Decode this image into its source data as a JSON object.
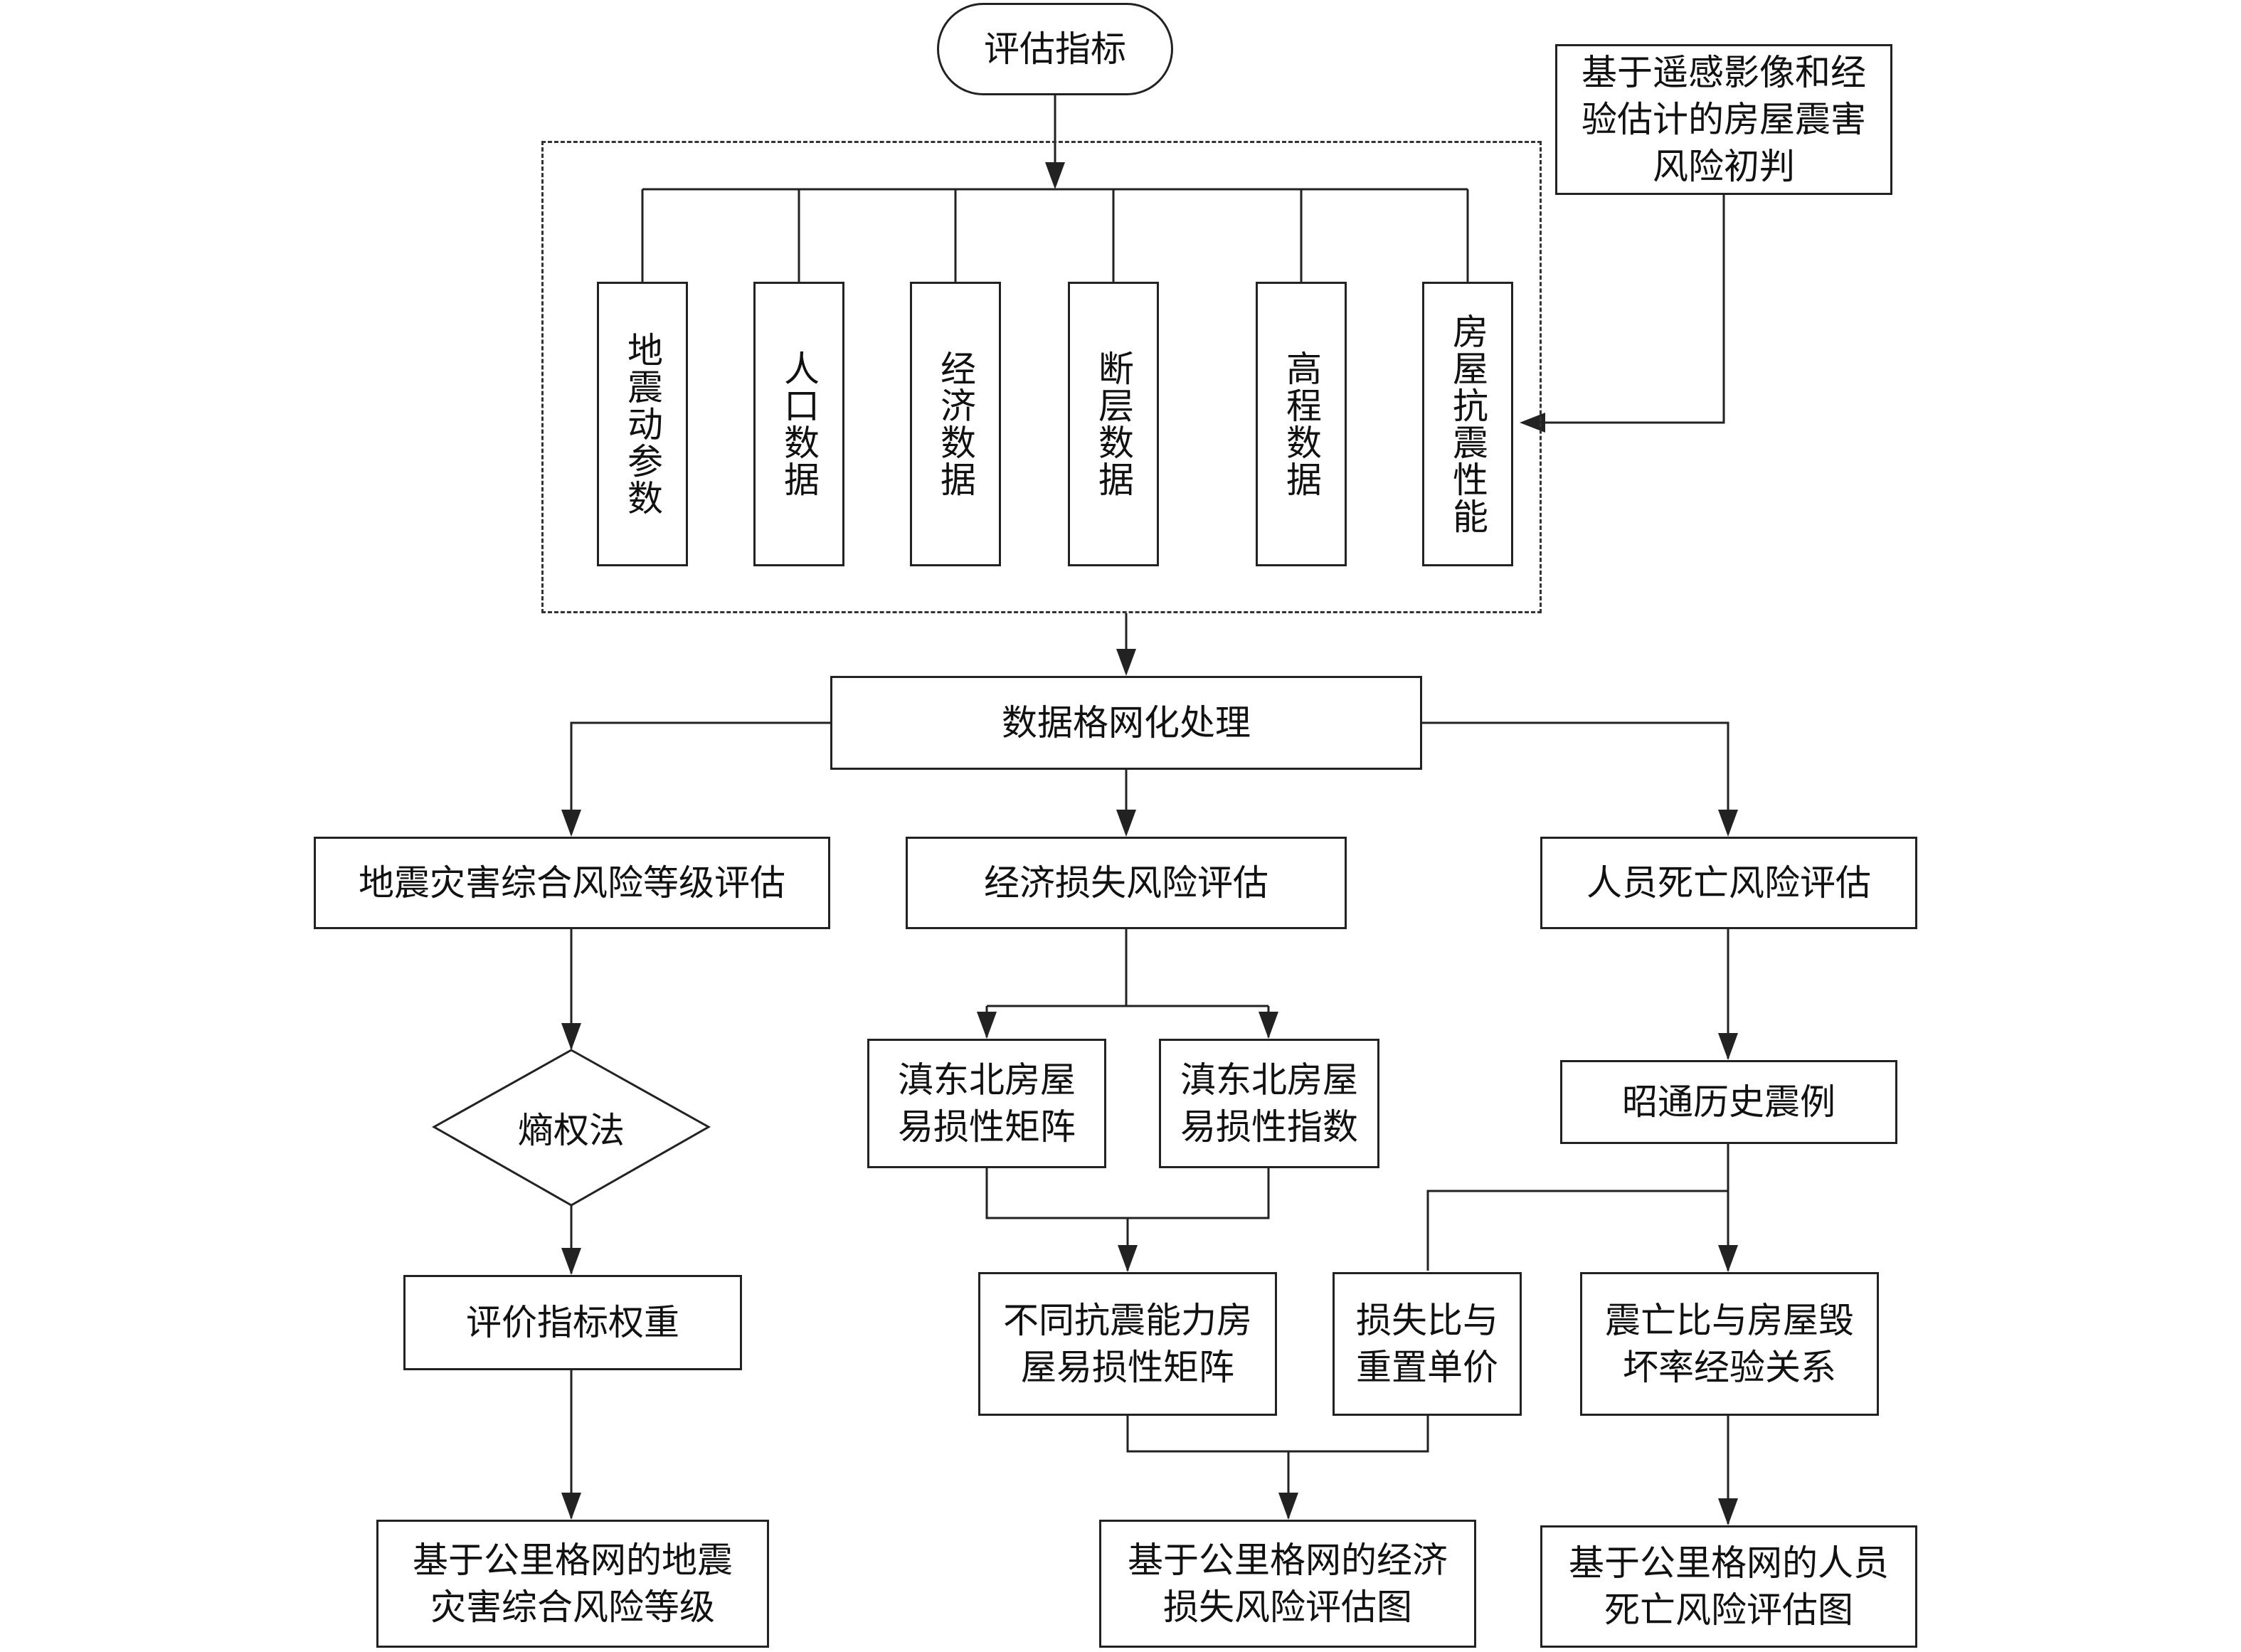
{
  "start": {
    "label": "评估指标"
  },
  "remote_sensing": {
    "label": "基于遥感影像和经\n验估计的房屋震害\n风险初判"
  },
  "indicators": [
    {
      "id": "ground-motion",
      "label": "地震动参数"
    },
    {
      "id": "population",
      "label": "人口数据"
    },
    {
      "id": "economy",
      "label": "经济数据"
    },
    {
      "id": "fault",
      "label": "断层数据"
    },
    {
      "id": "elevation",
      "label": "高程数据"
    },
    {
      "id": "building-seismic",
      "label": "房屋抗震性能"
    }
  ],
  "gridding": {
    "label": "数据格网化处理"
  },
  "branches": {
    "comprehensive": {
      "title": "地震灾害综合风险等级评估",
      "method": "熵权法",
      "weights": "评价指标权重",
      "result": "基于公里格网的地震\n灾害综合风险等级"
    },
    "economic": {
      "title": "经济损失风险评估",
      "matrix": "滇东北房屋\n易损性矩阵",
      "index": "滇东北房屋\n易损性指数",
      "capacity_matrix": "不同抗震能力房\n屋易损性矩阵",
      "loss_ratio": "损失比与\n重置单价",
      "result": "基于公里格网的经济\n损失风险评估图"
    },
    "casualty": {
      "title": "人员死亡风险评估",
      "cases": "昭通历史震例",
      "relation": "震亡比与房屋毁\n坏率经验关系",
      "result": "基于公里格网的人员\n死亡风险评估图"
    }
  }
}
